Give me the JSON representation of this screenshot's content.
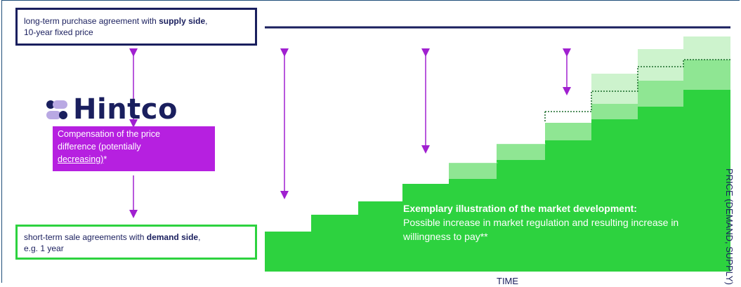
{
  "top_box": {
    "text_before": "long-term purchase agreement with ",
    "bold": "supply side",
    "text_after": ",",
    "line2": "10-year fixed price"
  },
  "bottom_box": {
    "text_before": "short-term sale agreements with ",
    "bold": "demand side",
    "text_after": ",",
    "line2": "e.g. 1 year"
  },
  "logo": {
    "name": "Hintco"
  },
  "compensation": {
    "line1": "Compensation of the price",
    "line2": "difference (potentially",
    "underlined": "decreasing)",
    "suffix": "*"
  },
  "market_note": {
    "heading": "Exemplary illustration of the market development:",
    "body": "Possible increase in market regulation and resulting increase in willingness to pay**"
  },
  "axes": {
    "x_label": "TIME",
    "y_label": "PRICE (DEMAND, SUPPLY)"
  },
  "colors": {
    "navy": "#1a1f5e",
    "green": "#2dd23f",
    "purple": "#b620e0",
    "arrow": "#a020d0"
  }
}
